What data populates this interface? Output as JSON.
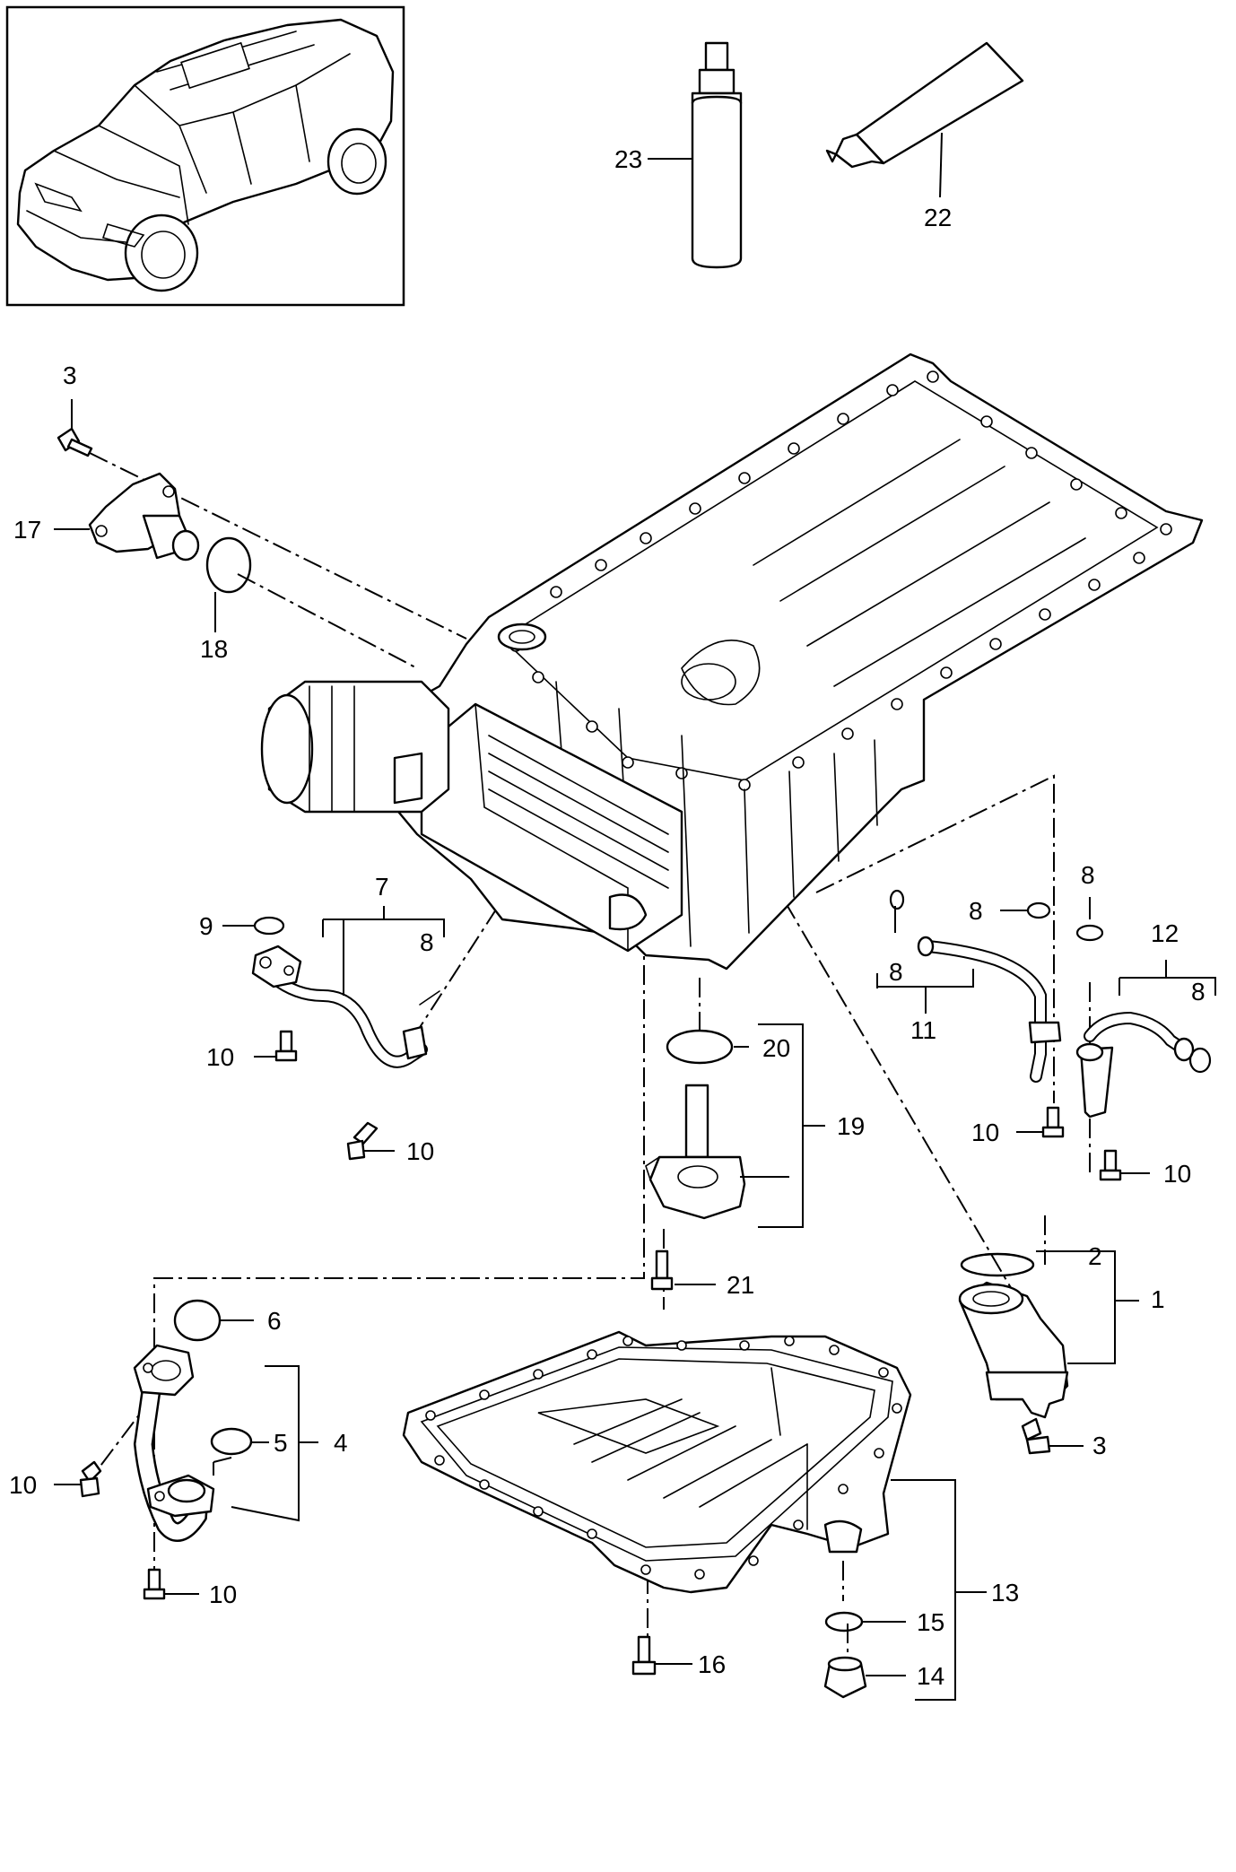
{
  "callouts": [
    {
      "id": "c1",
      "text": "1"
    },
    {
      "id": "c2",
      "text": "2"
    },
    {
      "id": "c3a",
      "text": "3"
    },
    {
      "id": "c3b",
      "text": "3"
    },
    {
      "id": "c4",
      "text": "4"
    },
    {
      "id": "c5",
      "text": "5"
    },
    {
      "id": "c6",
      "text": "6"
    },
    {
      "id": "c7",
      "text": "7"
    },
    {
      "id": "c8a",
      "text": "8"
    },
    {
      "id": "c8b",
      "text": "8"
    },
    {
      "id": "c8c",
      "text": "8"
    },
    {
      "id": "c8d",
      "text": "8"
    },
    {
      "id": "c8e",
      "text": "8"
    },
    {
      "id": "c9",
      "text": "9"
    },
    {
      "id": "c10a",
      "text": "10"
    },
    {
      "id": "c10b",
      "text": "10"
    },
    {
      "id": "c10c",
      "text": "10"
    },
    {
      "id": "c10d",
      "text": "10"
    },
    {
      "id": "c10e",
      "text": "10"
    },
    {
      "id": "c10f",
      "text": "10"
    },
    {
      "id": "c11",
      "text": "11"
    },
    {
      "id": "c12",
      "text": "12"
    },
    {
      "id": "c13",
      "text": "13"
    },
    {
      "id": "c14",
      "text": "14"
    },
    {
      "id": "c15",
      "text": "15"
    },
    {
      "id": "c16",
      "text": "16"
    },
    {
      "id": "c17",
      "text": "17"
    },
    {
      "id": "c18",
      "text": "18"
    },
    {
      "id": "c19",
      "text": "19"
    },
    {
      "id": "c20",
      "text": "20"
    },
    {
      "id": "c21",
      "text": "21"
    },
    {
      "id": "c22",
      "text": "22"
    },
    {
      "id": "c23",
      "text": "23"
    }
  ]
}
